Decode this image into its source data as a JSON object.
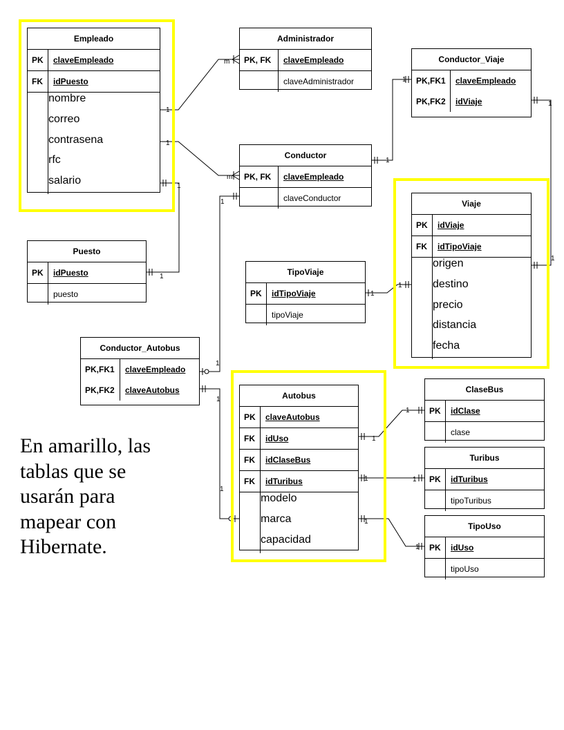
{
  "tables": {
    "empleado": {
      "name": "Empleado",
      "keys": [
        {
          "k": "PK",
          "f": "claveEmpleado"
        },
        {
          "k": "FK",
          "f": "idPuesto"
        }
      ],
      "attrs": [
        "nombre",
        "correo",
        "contrasena",
        "rfc",
        "salario"
      ]
    },
    "administrador": {
      "name": "Administrador",
      "keys": [
        {
          "k": "PK, FK",
          "f": "claveEmpleado"
        }
      ],
      "attrs": [
        "claveAdministrador"
      ]
    },
    "conductor_viaje": {
      "name": "Conductor_Viaje",
      "keys": [
        {
          "k": "PK,FK1",
          "f": "claveEmpleado"
        },
        {
          "k": "PK,FK2",
          "f": "idViaje"
        }
      ],
      "attrs": []
    },
    "conductor": {
      "name": "Conductor",
      "keys": [
        {
          "k": "PK, FK",
          "f": "claveEmpleado"
        }
      ],
      "attrs": [
        "claveConductor"
      ]
    },
    "viaje": {
      "name": "Viaje",
      "keys": [
        {
          "k": "PK",
          "f": "idViaje"
        },
        {
          "k": "FK",
          "f": "idTipoViaje"
        }
      ],
      "attrs": [
        "origen",
        "destino",
        "precio",
        "distancia",
        "fecha"
      ]
    },
    "puesto": {
      "name": "Puesto",
      "keys": [
        {
          "k": "PK",
          "f": "idPuesto"
        }
      ],
      "attrs": [
        "puesto"
      ]
    },
    "tipoviaje": {
      "name": "TipoViaje",
      "keys": [
        {
          "k": "PK",
          "f": "idTipoViaje"
        }
      ],
      "attrs": [
        "tipoViaje"
      ]
    },
    "conductor_autobus": {
      "name": "Conductor_Autobus",
      "keys": [
        {
          "k": "PK,FK1",
          "f": "claveEmpleado"
        },
        {
          "k": "PK,FK2",
          "f": "claveAutobus"
        }
      ],
      "attrs": []
    },
    "autobus": {
      "name": "Autobus",
      "keys": [
        {
          "k": "PK",
          "f": "claveAutobus"
        },
        {
          "k": "FK",
          "f": "idUso"
        },
        {
          "k": "FK",
          "f": "idClaseBus"
        },
        {
          "k": "FK",
          "f": "idTuribus"
        }
      ],
      "attrs": [
        "modelo",
        "marca",
        "capacidad"
      ]
    },
    "clasebus": {
      "name": "ClaseBus",
      "keys": [
        {
          "k": "PK",
          "f": "idClase"
        }
      ],
      "attrs": [
        "clase"
      ]
    },
    "turibus": {
      "name": "Turibus",
      "keys": [
        {
          "k": "PK",
          "f": "idTuribus"
        }
      ],
      "attrs": [
        "tipoTuribus"
      ]
    },
    "tipouso": {
      "name": "TipoUso",
      "keys": [
        {
          "k": "PK",
          "f": "idUso"
        }
      ],
      "attrs": [
        "tipoUso"
      ]
    }
  },
  "labels": {
    "one": "1",
    "many": "m"
  },
  "note": "En amarillo, las tablas que se usarán para mapear con Hibernate.",
  "colors": {
    "highlight": "#ffff00",
    "line": "#000000"
  }
}
